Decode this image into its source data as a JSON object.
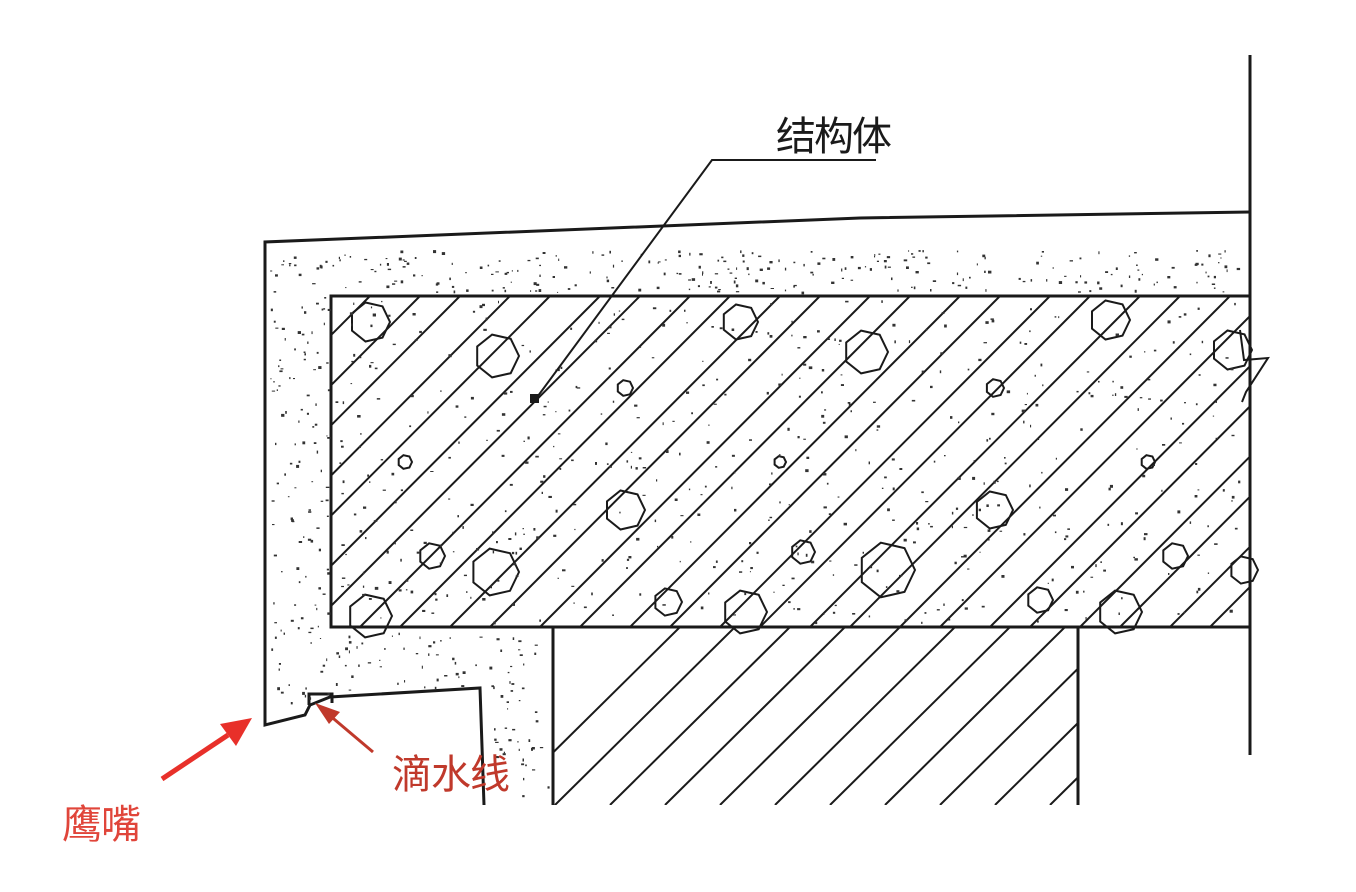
{
  "labels": {
    "structure": "结构体",
    "drip_line": "滴水线",
    "eagle_beak": "鹰嘴"
  },
  "colors": {
    "line": "#1a1a1a",
    "label_black": "#1a1a1a",
    "label_red": "#c0392b",
    "arrow_red": "#e8302a"
  }
}
